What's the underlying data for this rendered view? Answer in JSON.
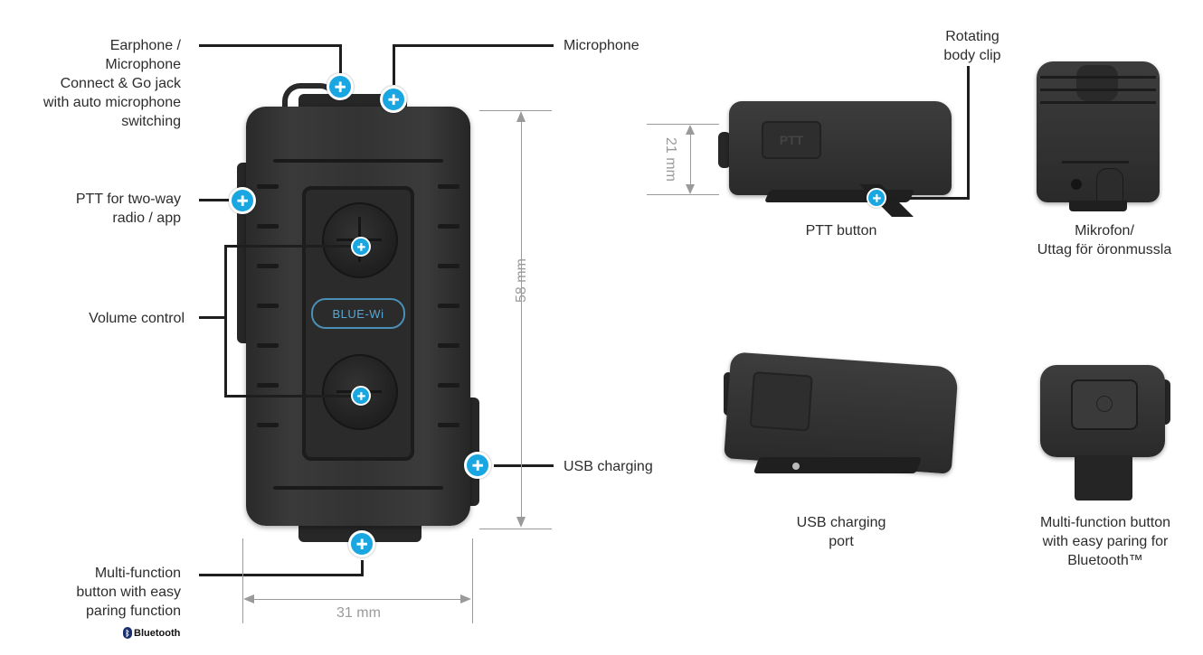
{
  "diagram": {
    "accent_color": "#1aa6e0",
    "main_view": {
      "callouts": [
        {
          "id": "earphone",
          "lines": [
            "Earphone /",
            "Microphone",
            "Connect & Go jack",
            "with auto microphone",
            "switching"
          ]
        },
        {
          "id": "microphone",
          "lines": [
            "Microphone"
          ]
        },
        {
          "id": "ptt",
          "lines": [
            "PTT for two-way",
            "radio / app"
          ]
        },
        {
          "id": "volume",
          "lines": [
            "Volume control"
          ]
        },
        {
          "id": "usb",
          "lines": [
            "USB charging"
          ]
        },
        {
          "id": "multifunction",
          "lines": [
            "Multi-function",
            "button with easy",
            "paring function"
          ]
        }
      ],
      "brand_badge": "BLUE-Wi",
      "bluetooth_logo": "Bluetooth",
      "dimensions": {
        "height": "58 mm",
        "width": "31 mm"
      }
    },
    "side_views": [
      {
        "id": "ptt-button-view",
        "caption": [
          "PTT button"
        ],
        "dimension": "21 mm",
        "callout": [
          "Rotating",
          "body clip"
        ],
        "ptt_text": "PTT"
      },
      {
        "id": "mic-view",
        "caption": [
          "Mikrofon/",
          "Uttag för öronmussla"
        ]
      },
      {
        "id": "usb-port-view",
        "caption": [
          "USB charging",
          "port"
        ]
      },
      {
        "id": "mf-button-view",
        "caption": [
          "Multi-function button",
          "with easy paring for",
          "Bluetooth™"
        ]
      }
    ]
  }
}
